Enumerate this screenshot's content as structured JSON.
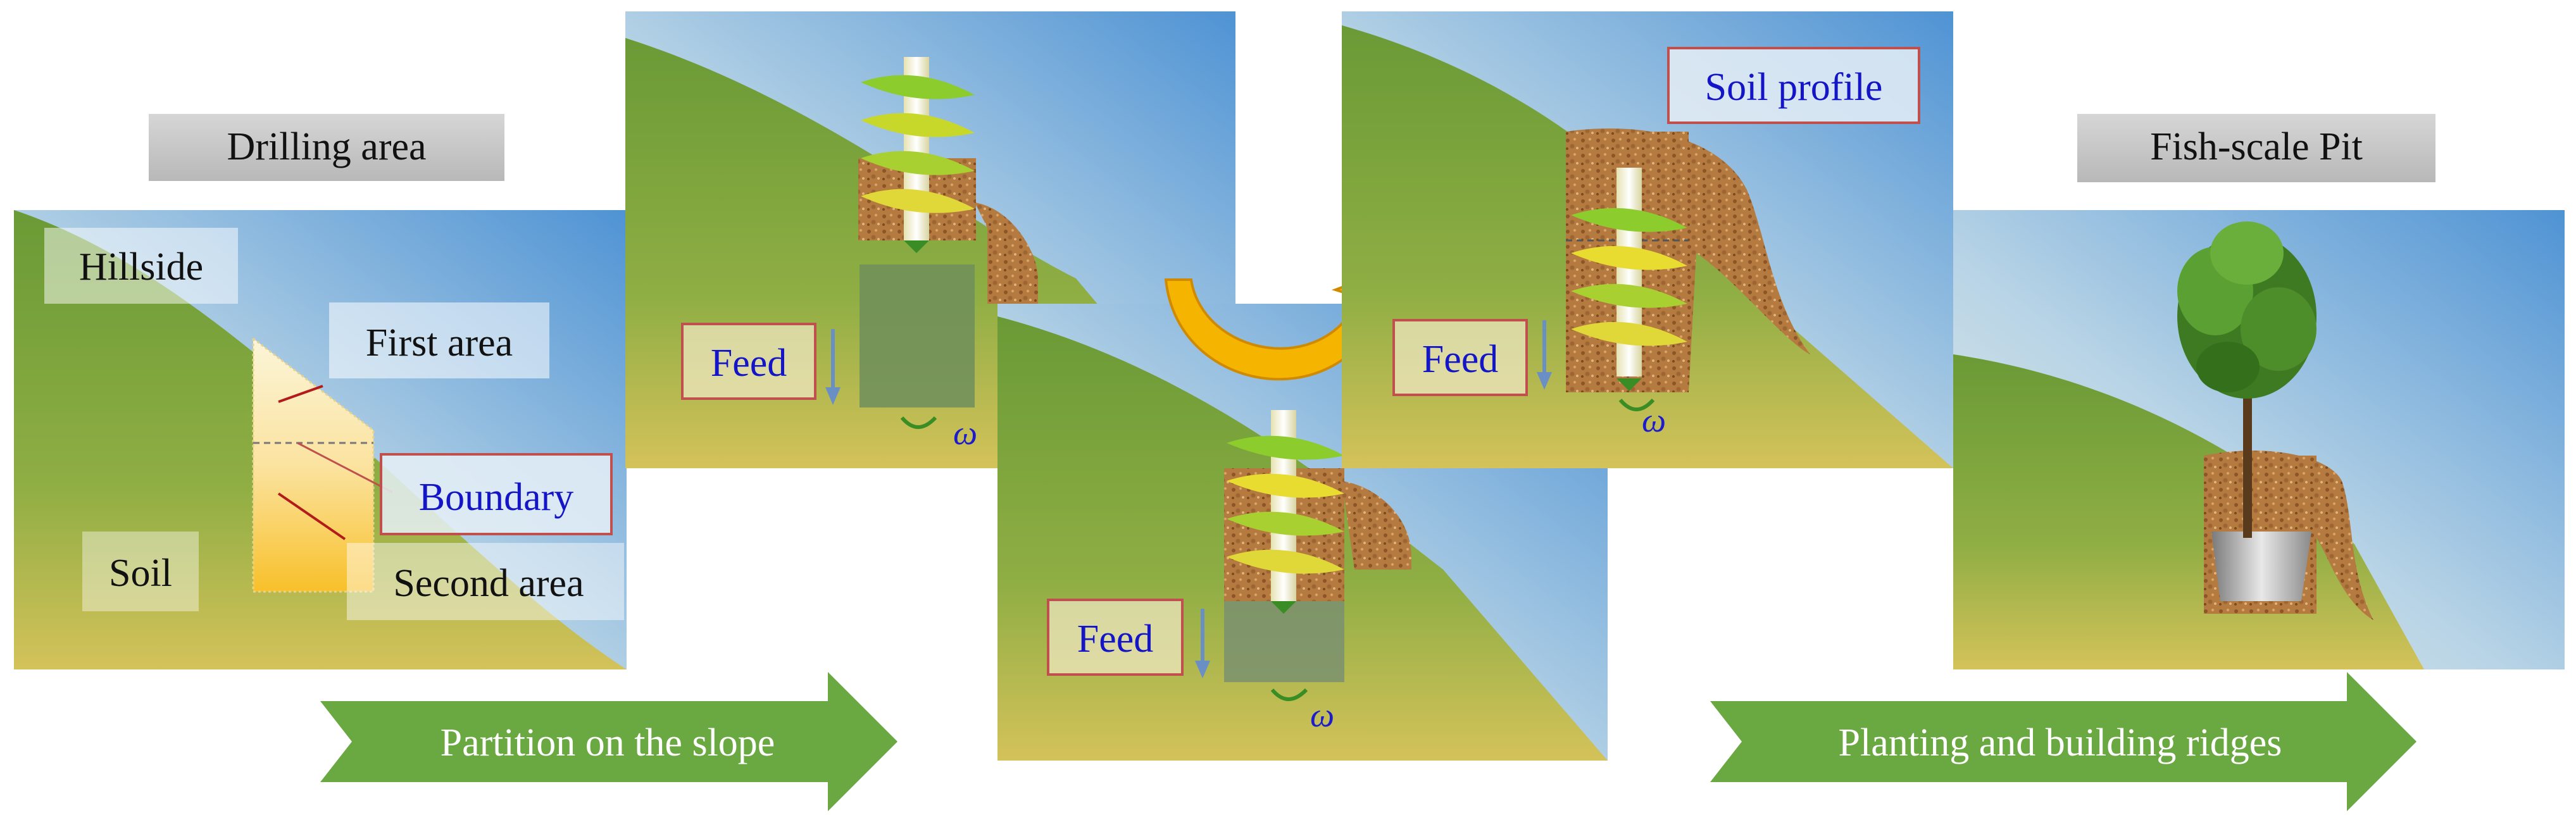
{
  "labels": {
    "drilling_area": "Drilling area",
    "hillside": "Hillside",
    "first_area": "First area",
    "boundary": "Boundary",
    "soil": "Soil",
    "second_area": "Second area",
    "feed": "Feed",
    "omega": "ω",
    "soil_profile": "Soil profile",
    "fish_scale_pit": "Fish-scale Pit"
  },
  "arrows": {
    "partition": "Partition on the slope",
    "planting": "Planting and building ridges"
  },
  "colors": {
    "sky_top": "#4f93d4",
    "sky_bottom": "#e4c95a",
    "hill": "#76a23a",
    "green_arrow": "#6aa841",
    "feed_text": "#1515c8",
    "omega_text": "#1c1ccc",
    "label_border": "#c0504d",
    "curved_arrow": "#f5b400",
    "soil": "#b2793f"
  },
  "icons": [
    "auger-icon",
    "tree-icon",
    "feed-arrow-icon",
    "rotation-icon",
    "curved-arrow-icon"
  ]
}
